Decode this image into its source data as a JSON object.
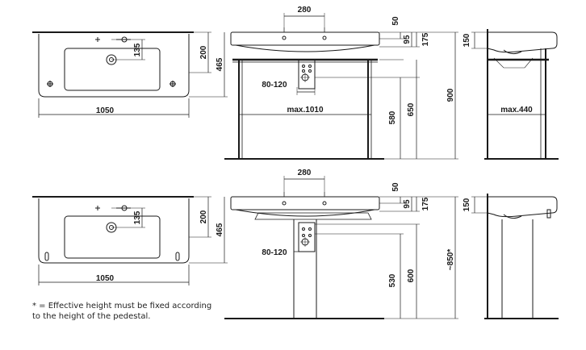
{
  "top_view": {
    "width": "1050",
    "height_200": "200",
    "height_465": "465",
    "tap_offset_135": "135"
  },
  "front_view": {
    "tap_spacing": "280",
    "height_50": "50",
    "height_95": "95",
    "height_175": "175",
    "waste_offset": "80-120",
    "frame_width": "max.1010",
    "height_580": "580",
    "height_650": "650",
    "height_900": "900",
    "bottom_spacing": "280",
    "bottom_height_50": "50",
    "bottom_height_95": "95",
    "bottom_height_175": "175",
    "bottom_waste_offset": "80-120",
    "height_530": "530",
    "height_600": "600",
    "height_850": "~850*"
  },
  "side_view": {
    "height_150": "150",
    "frame_depth": "max.440",
    "bottom_height_150": "150"
  },
  "bottom_top_view": {
    "width": "1050",
    "height_200": "200",
    "height_465": "465",
    "tap_offset_135": "135"
  },
  "footnote": {
    "line1": "* = Effective height must be fixed according",
    "line2": "to the height of the pedestal."
  },
  "colors": {
    "line": "#1a1a1a",
    "floor": "#1a1a1a",
    "light": "#555555"
  }
}
